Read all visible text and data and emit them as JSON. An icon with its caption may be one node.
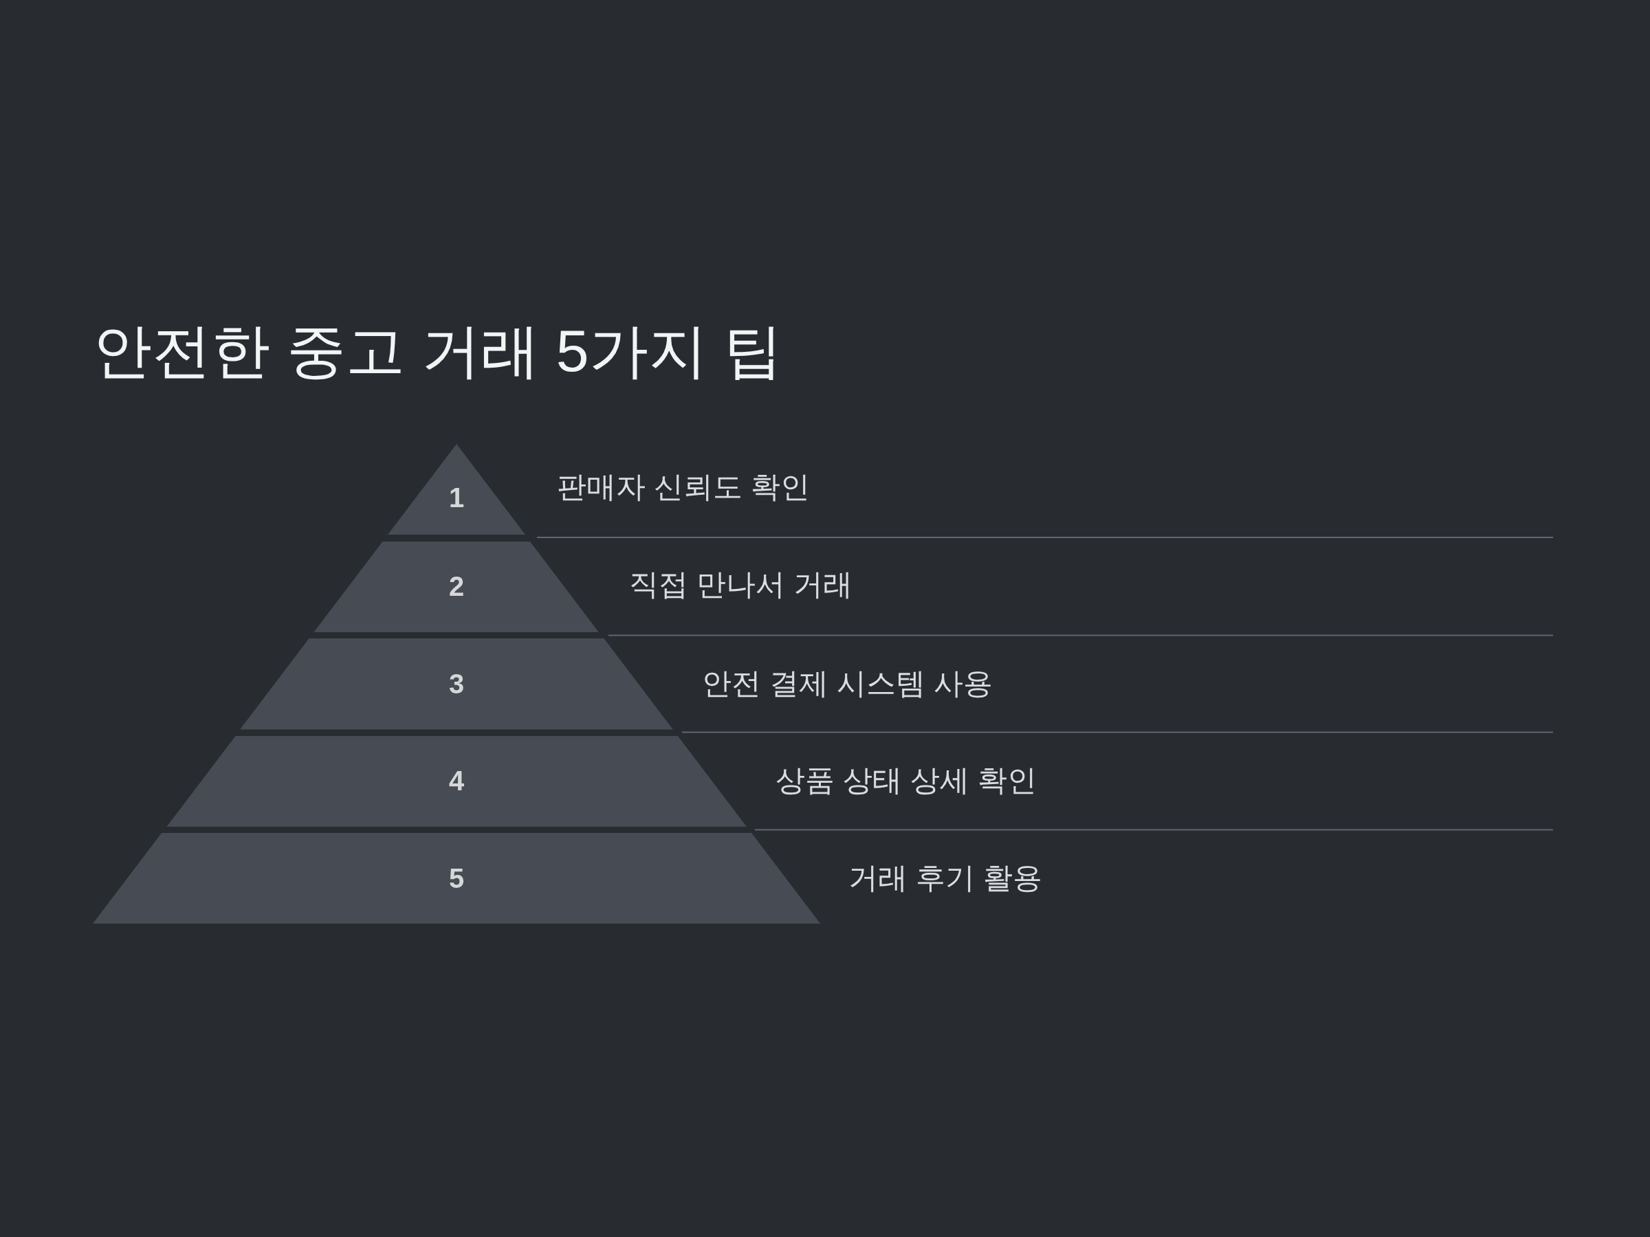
{
  "diagram": {
    "title": "안전한 중고 거래 5가지 팁",
    "nodes": [
      {
        "text": [
          "1"
        ],
        "beside": [
          "판매자 신뢰도 확인"
        ]
      },
      {
        "text": [
          "2"
        ],
        "beside": [
          "직접 만나서 거래"
        ]
      },
      {
        "text": [
          "3"
        ],
        "beside": [
          "안전 결제 시스템 사용"
        ]
      },
      {
        "text": [
          "4"
        ],
        "beside": [
          "상품 상태 상세 확인"
        ]
      },
      {
        "text": [
          "5"
        ],
        "beside": [
          "거래 후기 활용"
        ]
      }
    ]
  }
}
